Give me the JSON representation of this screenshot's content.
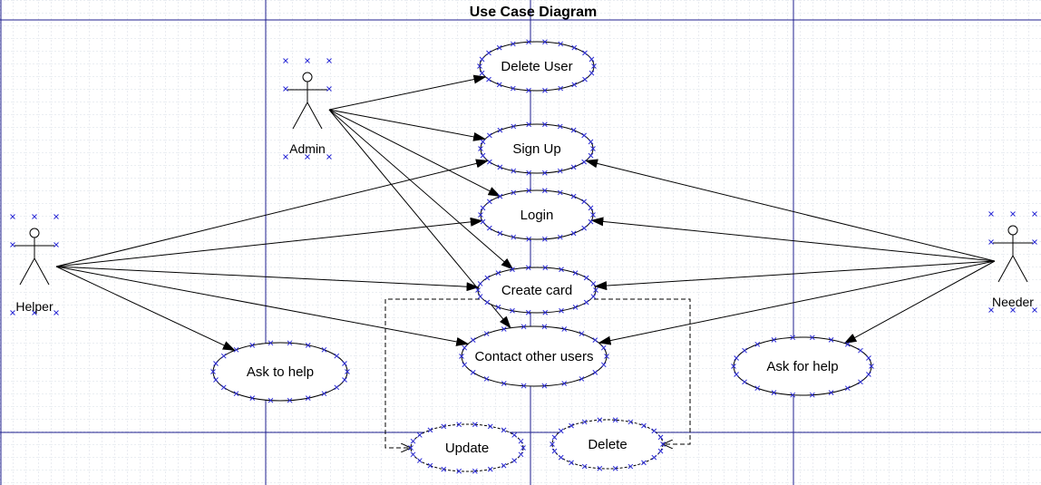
{
  "diagram": {
    "title": "Use Case Diagram",
    "colors": {
      "grid": "#c9d1dc",
      "swimlane": "#1f1f8f",
      "selection_marker": "#2b2bd6",
      "line": "#000000",
      "ellipse_fill": "#ffffff"
    },
    "actors": [
      {
        "id": "admin",
        "label": "Admin"
      },
      {
        "id": "helper",
        "label": "Helper"
      },
      {
        "id": "needer",
        "label": "Needer"
      }
    ],
    "use_cases": [
      {
        "id": "delete_user",
        "label": "Delete User"
      },
      {
        "id": "sign_up",
        "label": "Sign Up"
      },
      {
        "id": "login",
        "label": "Login"
      },
      {
        "id": "create_card",
        "label": "Create card"
      },
      {
        "id": "contact_other_users",
        "label": "Contact other users"
      },
      {
        "id": "ask_to_help",
        "label": "Ask to help"
      },
      {
        "id": "ask_for_help",
        "label": "Ask for help"
      },
      {
        "id": "update",
        "label": "Update"
      },
      {
        "id": "delete",
        "label": "Delete"
      }
    ],
    "associations": [
      {
        "from": "admin",
        "to": "delete_user"
      },
      {
        "from": "admin",
        "to": "sign_up"
      },
      {
        "from": "admin",
        "to": "login"
      },
      {
        "from": "admin",
        "to": "create_card"
      },
      {
        "from": "admin",
        "to": "contact_other_users"
      },
      {
        "from": "helper",
        "to": "sign_up"
      },
      {
        "from": "helper",
        "to": "login"
      },
      {
        "from": "helper",
        "to": "create_card"
      },
      {
        "from": "helper",
        "to": "contact_other_users"
      },
      {
        "from": "helper",
        "to": "ask_to_help"
      },
      {
        "from": "needer",
        "to": "sign_up"
      },
      {
        "from": "needer",
        "to": "login"
      },
      {
        "from": "needer",
        "to": "create_card"
      },
      {
        "from": "needer",
        "to": "contact_other_users"
      },
      {
        "from": "needer",
        "to": "ask_for_help"
      }
    ],
    "extensions": [
      {
        "from": "create_card",
        "to": "update",
        "style": "dashed"
      },
      {
        "from": "create_card",
        "to": "delete",
        "style": "dashed"
      }
    ]
  }
}
